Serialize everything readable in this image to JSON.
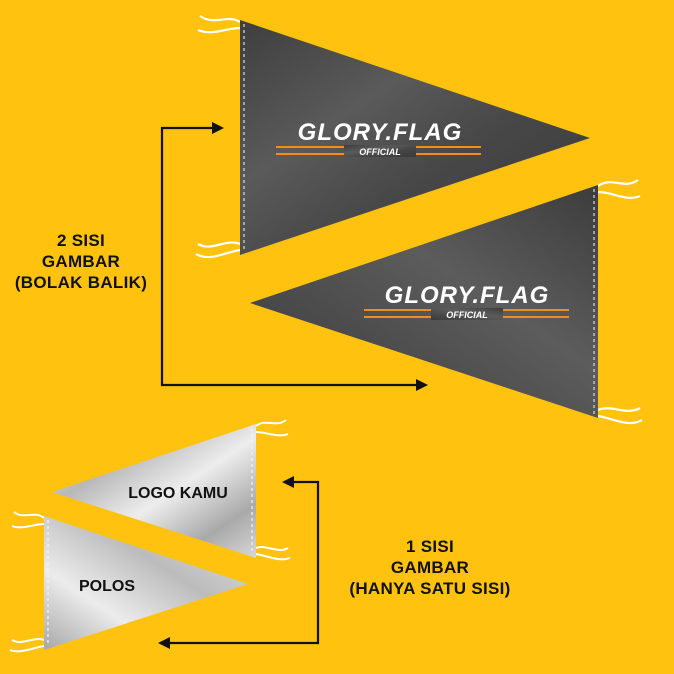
{
  "colors": {
    "background": "#FFC20E",
    "flag_dark": "#4a4a4a",
    "flag_silver": "#c9c9c9",
    "stripe": "#F28C1C",
    "text_dark": "#111111"
  },
  "double_side": {
    "label_lines": [
      "2 SISI",
      "GAMBAR",
      "(BOLAK BALIK)"
    ],
    "logo_text": "GLORY.FLAG",
    "logo_subtext": "OFFICIAL"
  },
  "single_side": {
    "label_lines": [
      "1 SISI",
      "GAMBAR",
      "(HANYA SATU SISI)"
    ],
    "front_text": "LOGO KAMU",
    "back_text": "POLOS"
  }
}
